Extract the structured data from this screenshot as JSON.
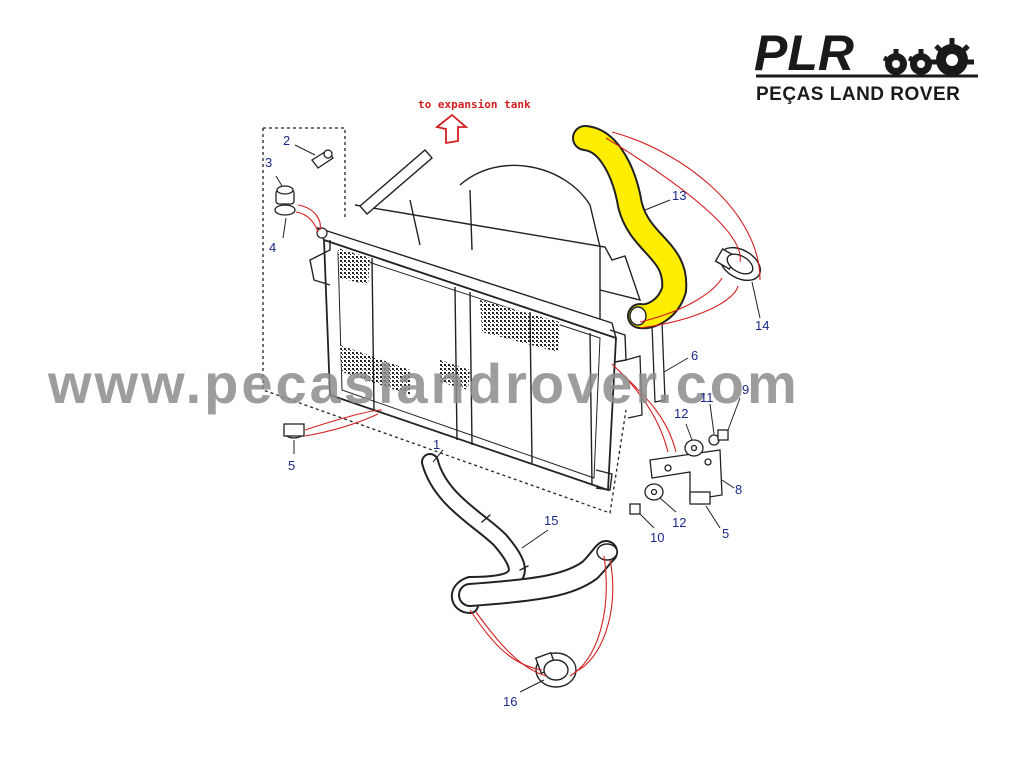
{
  "logo": {
    "name": "PLR",
    "tagline": "PEÇAS LAND ROVER"
  },
  "note": {
    "text": "to expansion tank"
  },
  "watermark": {
    "text": "www.pecaslandrover.com"
  },
  "callouts": [
    {
      "id": "c1",
      "text": "1"
    },
    {
      "id": "c2",
      "text": "2"
    },
    {
      "id": "c3",
      "text": "3"
    },
    {
      "id": "c4",
      "text": "4"
    },
    {
      "id": "c5a",
      "text": "5"
    },
    {
      "id": "c5b",
      "text": "5"
    },
    {
      "id": "c6",
      "text": "6"
    },
    {
      "id": "c8",
      "text": "8"
    },
    {
      "id": "c9",
      "text": "9"
    },
    {
      "id": "c10",
      "text": "10"
    },
    {
      "id": "c11",
      "text": "11"
    },
    {
      "id": "c12a",
      "text": "12"
    },
    {
      "id": "c12b",
      "text": "12"
    },
    {
      "id": "c13",
      "text": "13"
    },
    {
      "id": "c14",
      "text": "14"
    },
    {
      "id": "c15",
      "text": "15"
    },
    {
      "id": "c16",
      "text": "16"
    }
  ],
  "colors": {
    "line": "#222222",
    "leader": "#d42020",
    "callout": "#1a2a8a",
    "highlight": "#ffee00"
  }
}
